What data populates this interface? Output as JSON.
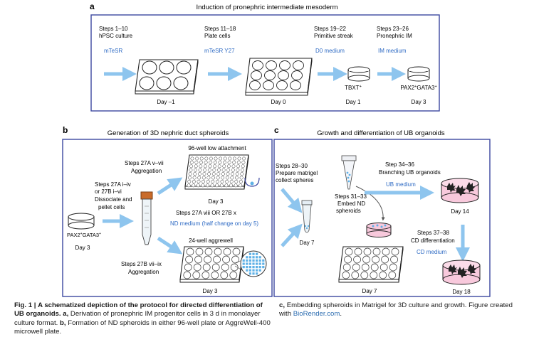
{
  "panel_a": {
    "letter": "a",
    "title": "Induction of pronephric intermediate mesoderm",
    "steps": [
      {
        "steps": "Steps 1–10",
        "desc": "hPSC culture",
        "medium": "mTeSR",
        "day": "Day –1"
      },
      {
        "steps": "Steps 11–18",
        "desc": "Plate cells",
        "medium": "mTeSR Y27",
        "day": "Day 0"
      },
      {
        "steps": "Steps 19–22",
        "desc": "Primitive streak",
        "medium": "D0 medium",
        "day": "Day 1",
        "marker": "TBXT",
        "marker_sup": "+"
      },
      {
        "steps": "Steps 23–26",
        "desc": "Pronephric IM",
        "medium": "IM medium",
        "day": "Day 3",
        "marker": "PAX2",
        "marker_sup": "+",
        "marker2": "GATA3",
        "marker2_sup": "+"
      }
    ]
  },
  "panel_b": {
    "letter": "b",
    "title": "Generation of 3D nephric duct spheroids",
    "start_marker": "PAX2",
    "start_sup": "+",
    "start_marker2": "GATA3",
    "start_sup2": "+",
    "start_day": "Day 3",
    "dissociate_steps": "Steps 27A i–iv",
    "dissociate_or": "or 27B i–vi",
    "dissociate_desc1": "Dissociate and",
    "dissociate_desc2": "pellet cells",
    "agg1_steps": "Steps 27A v–vii",
    "agg1_desc": "Aggregation",
    "plate96_label": "96-well low attachment",
    "plate96_day": "Day 3",
    "nd_steps": "Steps 27A viii OR 27B x",
    "nd_medium": "ND medium (half change on day 5)",
    "plate24_label": "24-well aggrewell",
    "agg2_steps": "Steps 27B vii–ix",
    "agg2_desc": "Aggregation",
    "plate24_day": "Day 3"
  },
  "panel_c": {
    "letter": "c",
    "title": "Growth and differentiation of UB organoids",
    "prep_steps": "Steps 28–30",
    "prep_desc1": "Prepare matrigel",
    "prep_desc2": "collect spheres",
    "tube_day": "Day 7",
    "embed_steps": "Steps 31–33",
    "embed_desc1": "Embed ND",
    "embed_desc2": "spheroids",
    "plate_day": "Day 7",
    "branch_steps": "Step 34–36",
    "branch_desc": "Branching UB organoids",
    "branch_medium": "UB medium",
    "branch_day": "Day 14",
    "cd_steps": "Steps 37–38",
    "cd_desc": "CD differentiation",
    "cd_medium": "CD medium",
    "cd_day": "Day 18"
  },
  "caption": {
    "fig_label": "Fig. 1 |",
    "title": "A schematized depiction of the protocol for directed differentiation of UB organoids.",
    "a_label": "a,",
    "a_text": "Derivation of pronephric IM progenitor cells in 3 d in monolayer culture format.",
    "b_label": "b,",
    "b_text": "Formation of ND spheroids in either 96-well plate or AggreWell-400 microwell plate.",
    "c_label": "c,",
    "c_text": "Embedding spheroids in Matrigel for 3D culture and growth. Figure created with",
    "link": "BioRender.com",
    "end": "."
  },
  "colors": {
    "panel_border": "#3b47a0",
    "arrow": "#8ec5ee",
    "medium_text": "#2f6bc4",
    "organoid_dish": "#f8c9dc",
    "aggrewell_well": "#5fb1e6",
    "tube_cap": "#c96b2a"
  }
}
